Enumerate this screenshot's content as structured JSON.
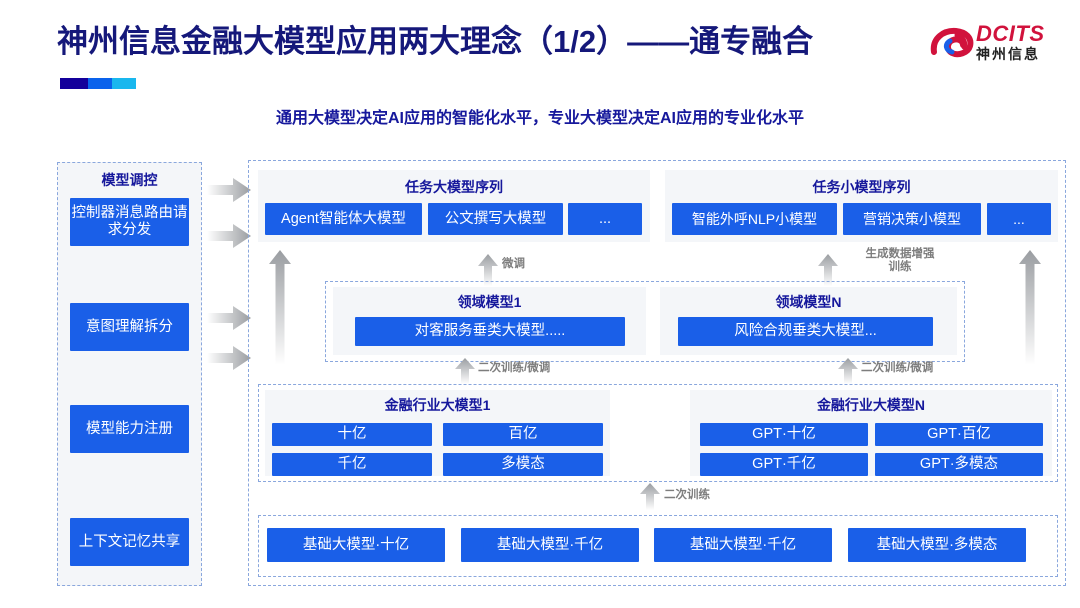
{
  "header": {
    "title": "神州信息金融大模型应用两大理念（1/2）——通专融合",
    "subtitle": "通用大模型决定AI应用的智能化水平，专业大模型决定AI应用的专业化水平",
    "logo": {
      "en": "DCITS",
      "cn": "神州信息",
      "mark": "dcits-swirl-logo"
    },
    "accent_colors": [
      "#14009b",
      "#0a62ec",
      "#19b7ee"
    ]
  },
  "colors": {
    "brand_blue": "#1a5fe8",
    "title_navy": "#15187a",
    "panel_gray": "#f4f6f9",
    "dash_border": "#8aa7dd",
    "arrow_gray": "#b9bcc0",
    "logo_red": "#d1123c"
  },
  "sidebar": {
    "title": "模型调控",
    "items": [
      {
        "label": "控制器消息路由请求分发"
      },
      {
        "label": "意图理解拆分"
      },
      {
        "label": "模型能力注册"
      },
      {
        "label": "上下文记忆共享"
      }
    ]
  },
  "task_groups": [
    {
      "title": "任务大模型序列",
      "items": [
        "Agent智能体大模型",
        "公文撰写大模型",
        "..."
      ]
    },
    {
      "title": "任务小模型序列",
      "items": [
        "智能外呼NLP小模型",
        "营销决策小模型",
        "..."
      ]
    }
  ],
  "domain_groups": [
    {
      "title": "领域模型1",
      "items": [
        "对客服务垂类大模型....."
      ]
    },
    {
      "title": "领域模型N",
      "items": [
        "风险合规垂类大模型..."
      ]
    }
  ],
  "industry_groups": [
    {
      "title": "金融行业大模型1",
      "items": [
        "十亿",
        "百亿",
        "千亿",
        "多模态"
      ]
    },
    {
      "title": "金融行业大模型N",
      "items": [
        "GPT·十亿",
        "GPT·百亿",
        "GPT·千亿",
        "GPT·多模态"
      ]
    }
  ],
  "base_models": [
    "基础大模型·十亿",
    "基础大模型·千亿",
    "基础大模型·千亿",
    "基础大模型·多模态"
  ],
  "flow_labels": {
    "finetune": "微调",
    "data_aug": "生成数据增强\n训练",
    "retrain_finetune_left": "二次训练/微调",
    "retrain_finetune_right": "二次训练/微调",
    "retrain": "二次训练"
  }
}
